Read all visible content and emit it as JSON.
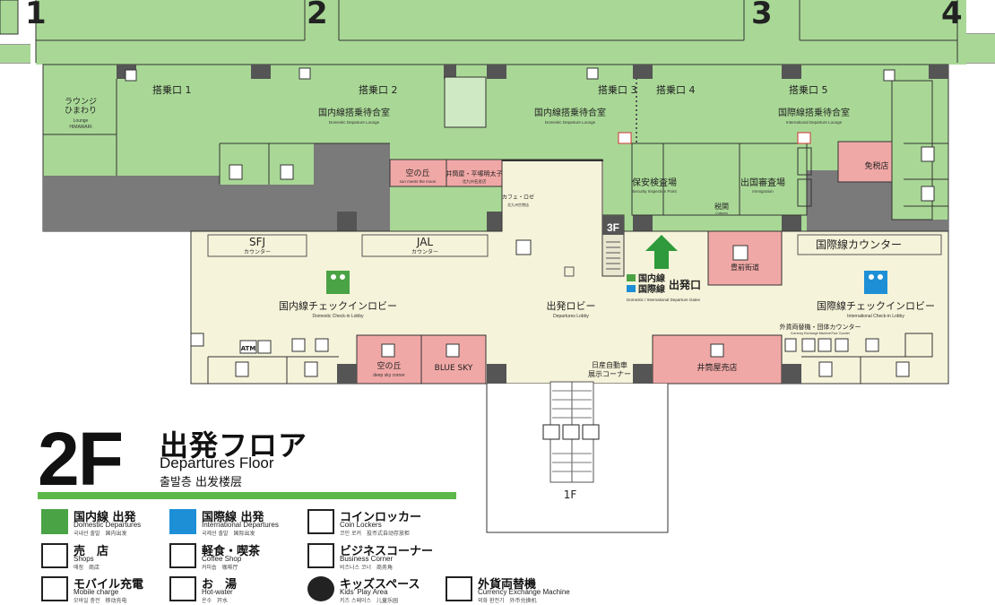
{
  "gates_top": [
    "1",
    "2",
    "3",
    "4"
  ],
  "gates": {
    "g1": "搭乗口 1",
    "g2": "搭乗口 2",
    "g3": "搭乗口 3",
    "g4": "搭乗口 4",
    "g5": "搭乗口 5"
  },
  "rooms": {
    "lounge_ja1": "ラウンジ",
    "lounge_ja2": "ひまわり",
    "lounge_en1": "Lounge",
    "lounge_en2": "HIMAWARI",
    "dom_lounge_ja": "国内線搭乗待合室",
    "dom_lounge_en": "Domestic Departure Lounge",
    "int_lounge_ja": "国際線搭乗待合室",
    "int_lounge_en": "International Departure Lounge",
    "security_ja": "保安検査場",
    "security_en": "Security Inspection Point",
    "immig_ja": "出国審査場",
    "immig_en": "Immigration",
    "customs": "税関",
    "customs_en": "Customs",
    "dutyfree": "免税店",
    "sora1_ja": "空の丘",
    "sora1_en": "sun meets the moon",
    "izutsu_ja": "井筒屋・平塚明太子",
    "izutsu_en": "北九州名産店",
    "cafe_ja": "カフェ・ロゼ",
    "cafe_en": "北九州空港店",
    "floor3f": "3F",
    "sfj": "SFJ",
    "sfj_sub": "カウンター",
    "jal": "JAL",
    "jal_sub": "カウンター",
    "int_counter": "国際線カウンター",
    "buzen": "豊前街道",
    "dom_gate_ja": "国内線",
    "int_gate_ja": "国際線",
    "exit_ja": "出発口",
    "exit_en": "Domestic / International Departure Gates",
    "dom_lobby_ja": "国内線チェックインロビー",
    "dom_lobby_en": "Domestic Check-in Lobby",
    "dep_lobby_ja": "出発ロビー",
    "dep_lobby_en": "Departures Lobby",
    "int_lobby_ja": "国際線チェックインロビー",
    "int_lobby_en": "International Check-in Lobby",
    "fx_ja": "外貨両替機・団体カウンター",
    "fx_en": "Currency Exchange Machine/Tour Counter",
    "atm": "ATM",
    "sora2_ja": "空の丘",
    "sora2_en": "deep sky corner",
    "bluesky": "BLUE SKY",
    "nissan1": "日産自動車",
    "nissan2": "展示コーナー",
    "izutsu2": "井筒屋売店",
    "floor1f": "1F"
  },
  "title": {
    "floor": "2F",
    "ja": "出発フロア",
    "en": "Departures Floor",
    "ko": "출발층 出发楼层"
  },
  "legend": [
    {
      "icon": "dom-plane",
      "ja": "国内線 出発",
      "en": "Domestic Departures",
      "ko": "국내선 출발　国内出发"
    },
    {
      "icon": "int-plane",
      "ja": "国際線 出発",
      "en": "International Departures",
      "ko": "국제선 출발　国际出发"
    },
    {
      "icon": "locker",
      "ja": "コインロッカー",
      "en": "Coin Lockers",
      "ko": "코인 로커　投币式自动存放柜"
    },
    {
      "icon": "shop",
      "ja": "売　店",
      "en": "Shops",
      "ko": "매점　商店"
    },
    {
      "icon": "coffee",
      "ja": "軽食・喫茶",
      "en": "Coffee Shop",
      "ko": "커피숍　咖啡厅"
    },
    {
      "icon": "laptop",
      "ja": "ビジネスコーナー",
      "en": "Business Corner",
      "ko": "비즈니스 코너　商务角"
    },
    {
      "icon": "battery",
      "ja": "モバイル充電",
      "en": "Mobile charge",
      "ko": "모바일 충전　移动充电"
    },
    {
      "icon": "kettle",
      "ja": "お　湯",
      "en": "Hot-water",
      "ko": "온수　开水"
    },
    {
      "icon": "kids",
      "ja": "キッズスペース",
      "en": "Kids' Play Area",
      "ko": "키즈 스페이스　儿童乐园"
    },
    {
      "icon": "exchange",
      "ja": "外貨両替機",
      "en": "Currency Exchange Machine",
      "ko": "외화 환전기　外币兑换机"
    }
  ],
  "colors": {
    "airside": "#a9d896",
    "landside": "#f5f3d9",
    "shop": "#f0a8a6",
    "structure": "#7a7a7a",
    "dom_green": "#4aa345",
    "int_blue": "#1d8fd6"
  }
}
